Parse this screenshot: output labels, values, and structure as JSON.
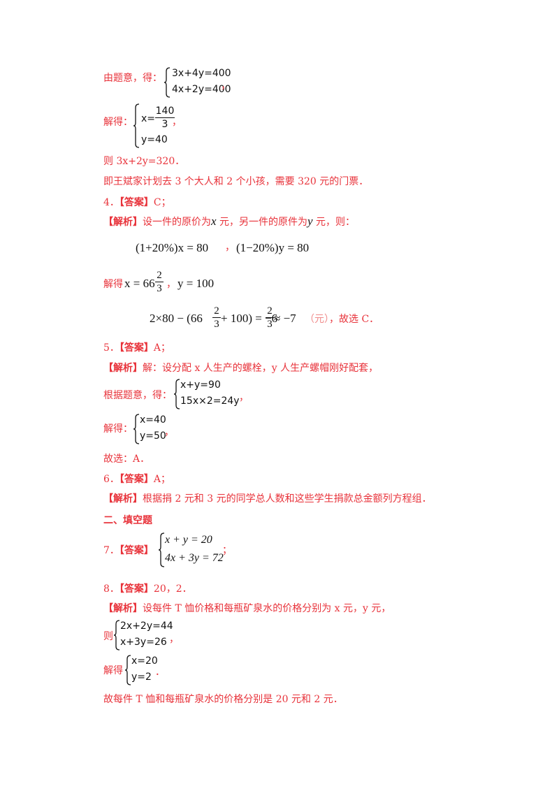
{
  "s1": {
    "label": "由题意，得：",
    "eq1": "3x+4y=400",
    "eq2": "4x+2y=400",
    "trail": "，"
  },
  "s2": {
    "label": "解得：",
    "x_lhs": "x=",
    "x_num": "140",
    "x_den": "3",
    "y_eq": "y=40",
    "trail": "，"
  },
  "l3": "则 3x+2y=320．",
  "l4": "即王斌家计划去 3 个大人和 2 个小孩，需要 320 元的门票．",
  "q4": {
    "num": "4．",
    "answer_tag": "【答案】",
    "answer": "C；",
    "analysis_tag": "【解析】",
    "analysis_pre": "设一件的原价为",
    "var_x": "x",
    "analysis_mid": " 元，另一件的原件为",
    "var_y": "y",
    "analysis_post": " 元，则：",
    "eq_a": "(1+20%)x = 80",
    "sep": "，",
    "eq_b": "(1−20%)y = 80",
    "solve_label": "解得",
    "solve_x_pre": "x = 66",
    "solve_x_num": "2",
    "solve_x_den": "3",
    "solve_sep": "，",
    "solve_y": "y = 100",
    "calc_pre": "2×80 − (66",
    "calc_num1": "2",
    "calc_den1": "3",
    "calc_mid": " + 100) = −6",
    "calc_num2": "2",
    "calc_den2": "3",
    "calc_post": " ≈ −7",
    "calc_unit": "（元）",
    "calc_tail": "，故选 C．"
  },
  "q5": {
    "num": "5．",
    "answer_tag": "【答案】",
    "answer": "A；",
    "analysis_tag": "【解析】",
    "analysis": "解：设分配 x 人生产的螺栓，y 人生产螺帽刚好配套，",
    "sys_label": "根据题意，得：",
    "eq1": "x+y=90",
    "eq2": "15x×2=24y",
    "trail": "，",
    "sol_label": "解得：",
    "sol1": "x=40",
    "sol2": "y=50",
    "sol_trail": "，",
    "choose": "故选：A．"
  },
  "q6": {
    "num": "6．",
    "answer_tag": "【答案】",
    "answer": "A；",
    "analysis_tag": "【解析】",
    "analysis": "根据捐 2 元和 3 元的同学总人数和这些学生捐款总金额列方程组．"
  },
  "section2": "二、填空题",
  "q7": {
    "num": "7．",
    "answer_tag": "【答案】",
    "eq1": "x + y = 20",
    "eq2": "4x + 3y = 72",
    "trail": "；"
  },
  "q8": {
    "num": "8．",
    "answer_tag": "【答案】",
    "answer": "20，2．",
    "analysis_tag": "【解析】",
    "analysis": "设每件 T 恤价格和每瓶矿泉水的价格分别为 x 元，y 元，",
    "sys_label": "则",
    "eq1": "2x+2y=44",
    "eq2": "x+3y=26",
    "trail": "，",
    "sol_label": "解得",
    "sol1": "x=20",
    "sol2": "y=2",
    "sol_trail": "．",
    "conclusion": "故每件 T 恤和每瓶矿泉水的价格分别是 20 元和 2 元．"
  }
}
